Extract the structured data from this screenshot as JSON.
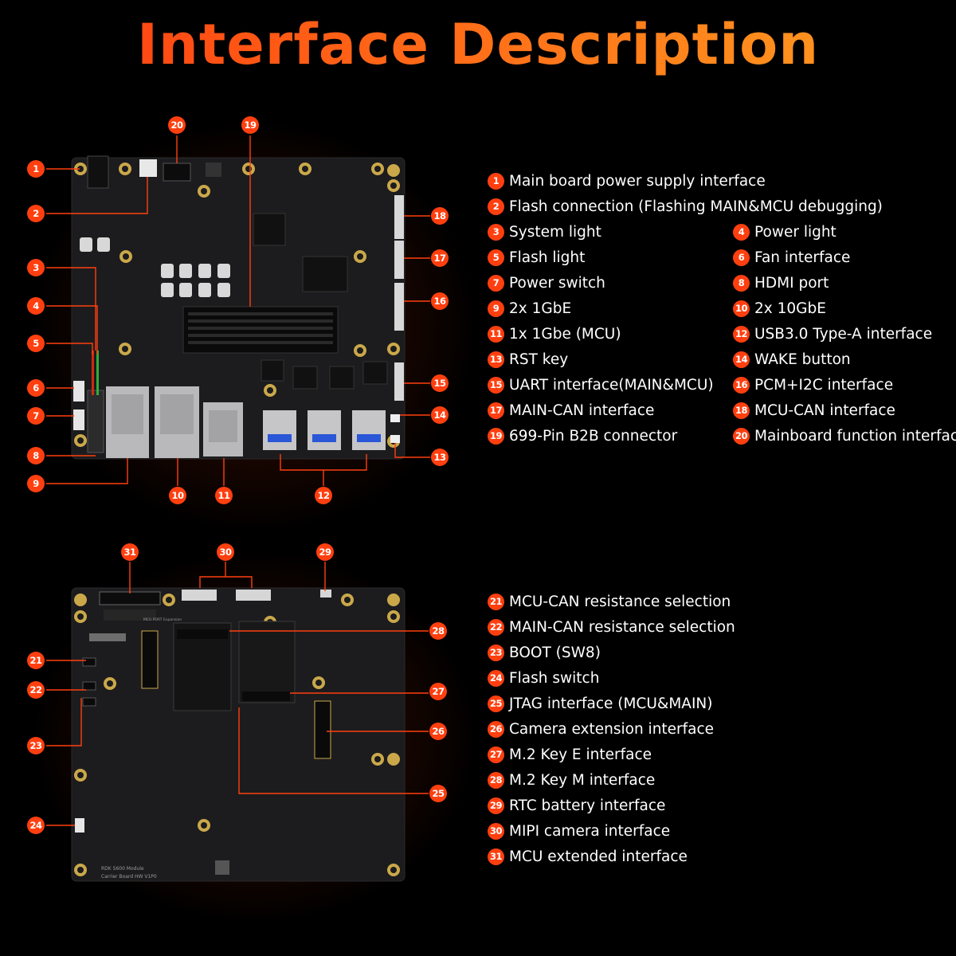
{
  "title": "Interface Description",
  "colors": {
    "accent": "#ff3f0f",
    "title_start": "#ff3a10",
    "title_end": "#ffa020",
    "board": "#1c1c1e",
    "background": "#000000"
  },
  "top_legend": [
    {
      "num": "1",
      "label": "Main board power supply interface"
    },
    {
      "num": "2",
      "label": "Flash connection (Flashing MAIN&MCU debugging)"
    },
    {
      "num": "3",
      "label": "System light"
    },
    {
      "num": "4",
      "label": "Power light"
    },
    {
      "num": "5",
      "label": "Flash light"
    },
    {
      "num": "6",
      "label": "Fan interface"
    },
    {
      "num": "7",
      "label": "Power switch"
    },
    {
      "num": "8",
      "label": "HDMI port"
    },
    {
      "num": "9",
      "label": "2x 1GbE"
    },
    {
      "num": "10",
      "label": "2x 10GbE"
    },
    {
      "num": "11",
      "label": "1x 1Gbe (MCU)"
    },
    {
      "num": "12",
      "label": "USB3.0 Type-A interface"
    },
    {
      "num": "13",
      "label": "RST key"
    },
    {
      "num": "14",
      "label": "WAKE button"
    },
    {
      "num": "15",
      "label": "UART interface(MAIN&MCU)"
    },
    {
      "num": "16",
      "label": "PCM+I2C interface"
    },
    {
      "num": "17",
      "label": "MAIN-CAN interface"
    },
    {
      "num": "18",
      "label": "MCU-CAN interface"
    },
    {
      "num": "19",
      "label": "699-Pin B2B connector"
    },
    {
      "num": "20",
      "label": "Mainboard function interface"
    }
  ],
  "bottom_legend": [
    {
      "num": "21",
      "label": "MCU-CAN resistance selection"
    },
    {
      "num": "22",
      "label": "MAIN-CAN resistance selection"
    },
    {
      "num": "23",
      "label": "BOOT (SW8)"
    },
    {
      "num": "24",
      "label": "Flash switch"
    },
    {
      "num": "25",
      "label": "JTAG interface (MCU&MAIN)"
    },
    {
      "num": "26",
      "label": "Camera extension interface"
    },
    {
      "num": "27",
      "label": "M.2 Key E interface"
    },
    {
      "num": "28",
      "label": "M.2 Key M interface"
    },
    {
      "num": "29",
      "label": "RTC battery interface"
    },
    {
      "num": "30",
      "label": "MIPI camera interface"
    },
    {
      "num": "31",
      "label": "MCU extended interface"
    }
  ],
  "top_callouts": [
    "1",
    "2",
    "3",
    "4",
    "5",
    "6",
    "7",
    "8",
    "9",
    "10",
    "11",
    "12",
    "13",
    "14",
    "15",
    "16",
    "17",
    "18",
    "19",
    "20"
  ],
  "bottom_callouts": [
    "21",
    "22",
    "23",
    "24",
    "25",
    "26",
    "27",
    "28",
    "29",
    "30",
    "31"
  ],
  "board_silkscreen": {
    "module": "RDK S600 Module",
    "carrier": "Carrier Board HW V1P0",
    "mcu_port": "MCU PORT Expansion"
  }
}
